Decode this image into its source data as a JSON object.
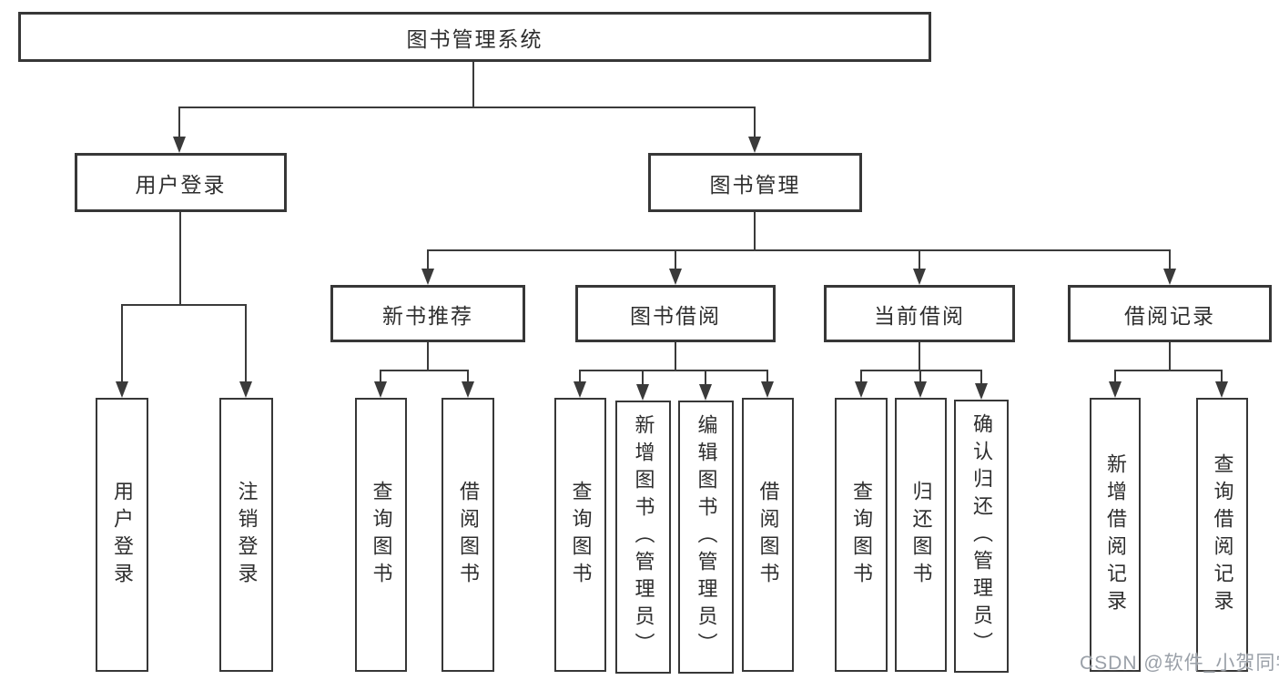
{
  "diagram_type": "hierarchy-chart",
  "tree": {
    "label": "图书管理系统",
    "children": [
      {
        "label": "用户登录",
        "children": [
          {
            "label": "用户登录"
          },
          {
            "label": "注销登录"
          }
        ]
      },
      {
        "label": "图书管理",
        "children": [
          {
            "label": "新书推荐",
            "children": [
              {
                "label": "查询图书"
              },
              {
                "label": "借阅图书"
              }
            ]
          },
          {
            "label": "图书借阅",
            "children": [
              {
                "label": "查询图书"
              },
              {
                "label": "新增图书（管理员）"
              },
              {
                "label": "编辑图书（管理员）"
              },
              {
                "label": "借阅图书"
              }
            ]
          },
          {
            "label": "当前借阅",
            "children": [
              {
                "label": "查询图书"
              },
              {
                "label": "归还图书"
              },
              {
                "label": "确认归还（管理员）"
              }
            ]
          },
          {
            "label": "借阅记录",
            "children": [
              {
                "label": "新增借阅记录"
              },
              {
                "label": "查询借阅记录"
              }
            ]
          }
        ]
      }
    ]
  },
  "watermark": {
    "text": "CSDN @软件_小贺同学"
  },
  "colors": {
    "line": "#3a3a3a",
    "border": "#373737",
    "text": "#2e2e2e",
    "watermark": "#9aa0a8",
    "background": "#ffffff"
  }
}
